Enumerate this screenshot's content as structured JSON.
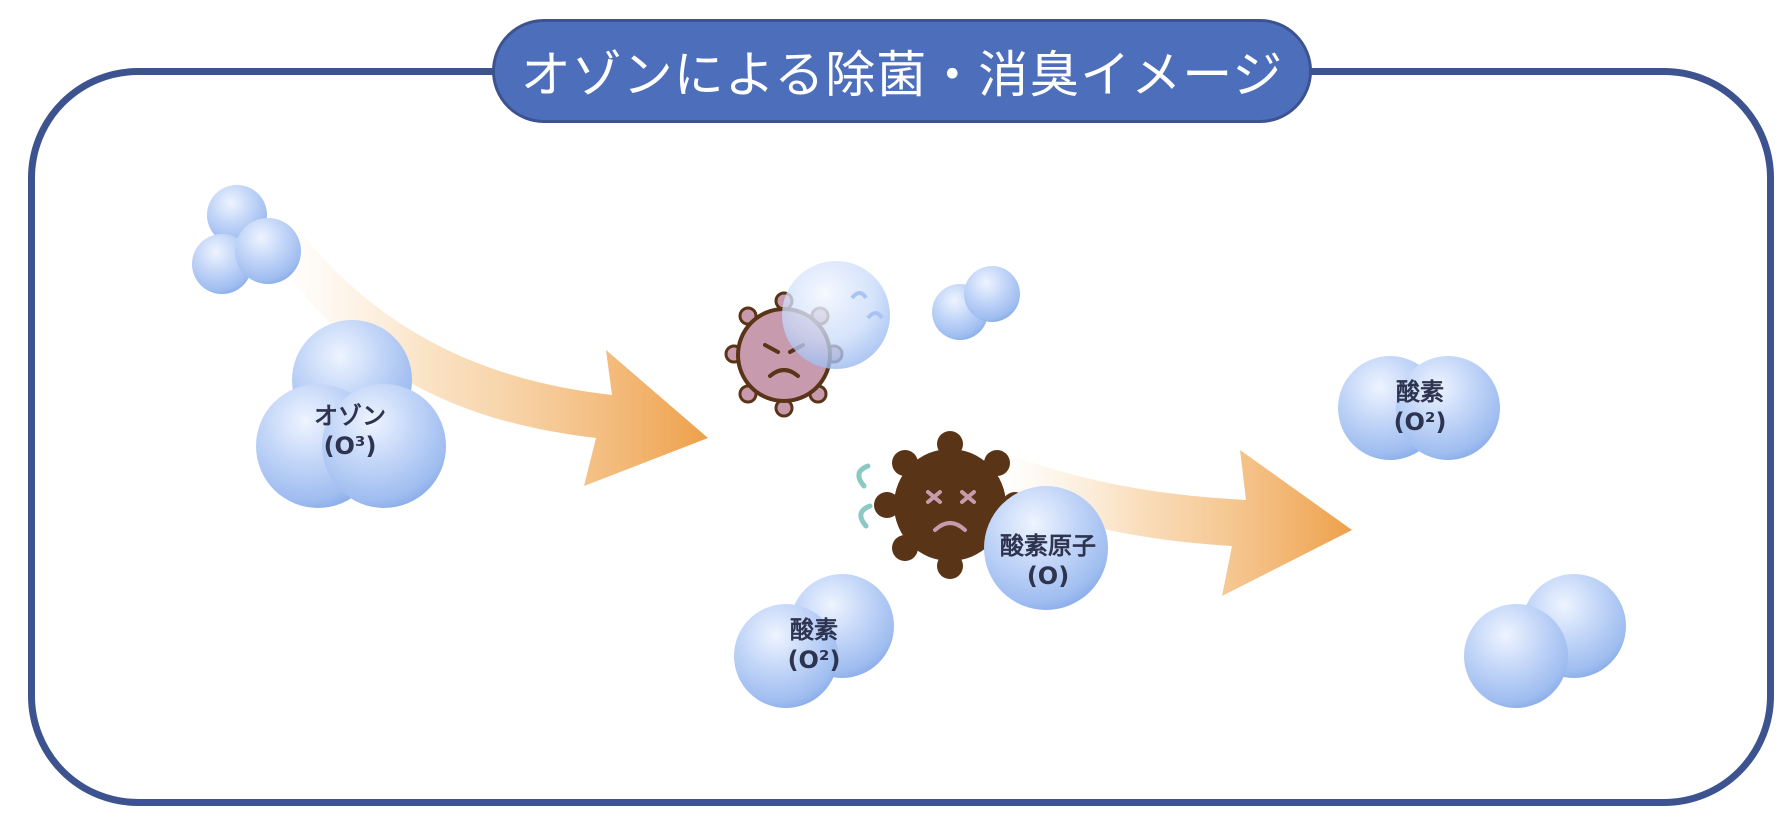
{
  "title": "オゾンによる除菌・消臭イメージ",
  "labels": {
    "ozone_name": "オゾン",
    "ozone_formula": "(O³)",
    "oxygen_top_name": "酸素",
    "oxygen_top_formula": "(O²)",
    "oxygen_bottom_name": "酸素",
    "oxygen_bottom_formula": "(O²)",
    "oxygen_atom_name": "酸素原子",
    "oxygen_atom_formula": "(O)"
  },
  "colors": {
    "frame_border": "#3d5390",
    "title_bg": "#4d6fbb",
    "bubble": "#a9c4f2",
    "arrow": "#eea04a",
    "virus_purple": "#c79aae",
    "virus_brown": "#5a3416"
  }
}
